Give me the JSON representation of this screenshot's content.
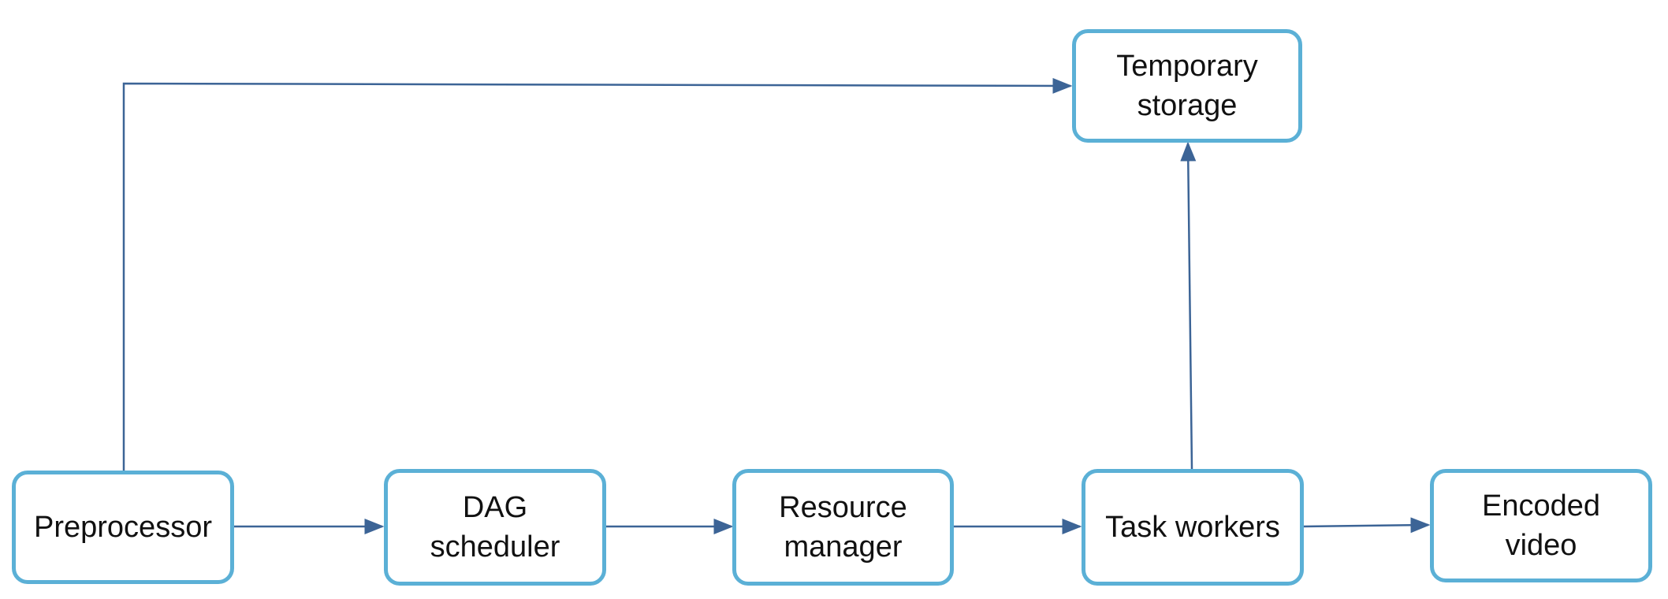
{
  "diagram": {
    "nodes": {
      "preprocessor": {
        "lines": [
          "Preprocessor"
        ]
      },
      "dag_scheduler": {
        "lines": [
          "DAG",
          "scheduler"
        ]
      },
      "resource_manager": {
        "lines": [
          "Resource",
          "manager"
        ]
      },
      "task_workers": {
        "lines": [
          "Task workers"
        ]
      },
      "encoded_video": {
        "lines": [
          "Encoded",
          "video"
        ]
      },
      "temporary_storage": {
        "lines": [
          "Temporary",
          "storage"
        ]
      }
    },
    "edges": [
      {
        "from": "preprocessor",
        "to": "dag_scheduler"
      },
      {
        "from": "dag_scheduler",
        "to": "resource_manager"
      },
      {
        "from": "resource_manager",
        "to": "task_workers"
      },
      {
        "from": "task_workers",
        "to": "encoded_video"
      },
      {
        "from": "task_workers",
        "to": "temporary_storage"
      },
      {
        "from": "preprocessor",
        "to": "temporary_storage"
      }
    ],
    "colors": {
      "node_border": "#5bb0d6",
      "edge": "#3c6496",
      "text": "#111111"
    }
  }
}
